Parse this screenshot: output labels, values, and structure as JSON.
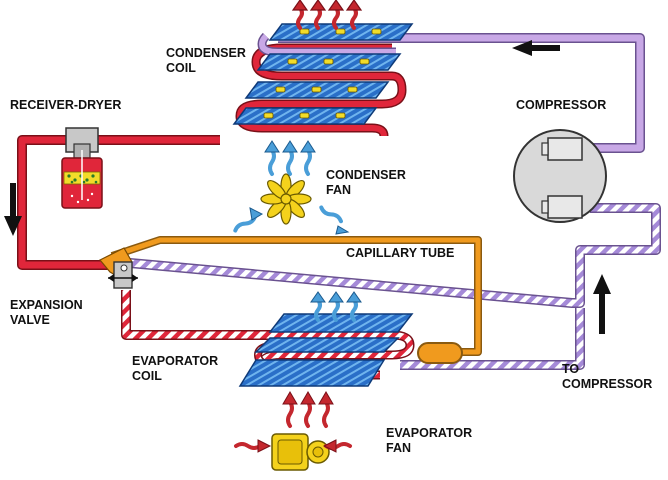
{
  "colors": {
    "hot_liquid": "#e0263a",
    "hot_gas": "#c8a8e6",
    "cold_stripe": "#a58ad8",
    "capillary": "#f09a1e",
    "coil_blue": "#2a6fc8",
    "fin_yellow": "#f2dc2a",
    "air_warm": "#c4272e",
    "air_cool": "#4a9ed8",
    "compressor_body": "#d9d9d9",
    "fan_yellow": "#f4d21c"
  },
  "labels": {
    "condenser_line1": "CONDENSER",
    "condenser_line2": "COIL",
    "receiver_dryer": "RECEIVER-DRYER",
    "compressor": "COMPRESSOR",
    "condenser_fan_line1": "CONDENSER",
    "condenser_fan_line2": "FAN",
    "capillary_tube": "CAPILLARY TUBE",
    "expansion_line1": "EXPANSION",
    "expansion_line2": "VALVE",
    "evaporator_line1": "EVAPORATOR",
    "evaporator_line2": "COIL",
    "to_compressor_line1": "TO",
    "to_compressor_line2": "COMPRESSOR",
    "evaporator_fan_line1": "EVAPORATOR",
    "evaporator_fan_line2": "FAN"
  },
  "icons": {
    "condenser_coil": "condenser-coil-icon",
    "evaporator_coil": "evaporator-coil-icon",
    "compressor": "compressor-icon",
    "receiver_dryer": "receiver-dryer-icon",
    "expansion_valve": "expansion-valve-icon",
    "condenser_fan": "fan-icon",
    "evaporator_fan": "blower-icon",
    "flow_arrows": "arrow-icon"
  }
}
